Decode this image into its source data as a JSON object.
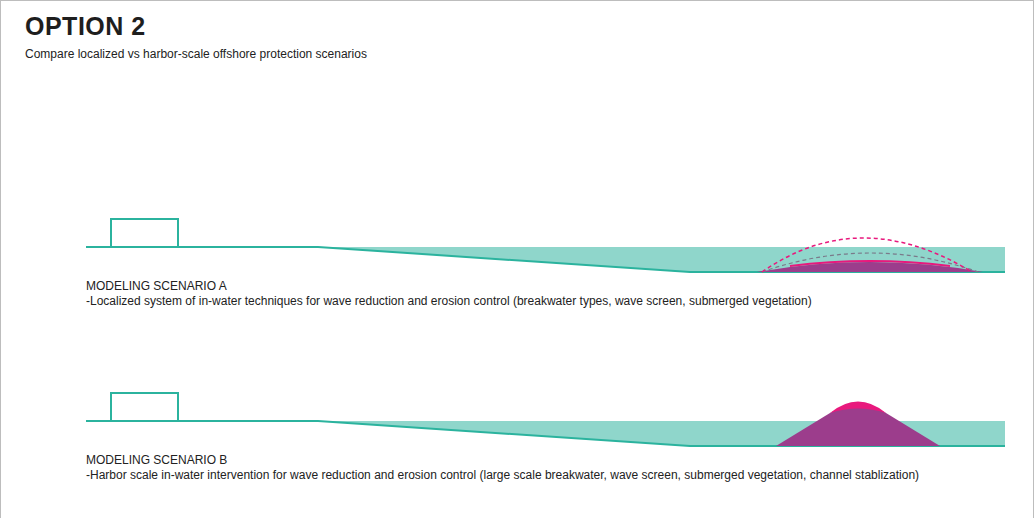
{
  "diagram": {
    "title": "OPTION 2",
    "labels": [
      "Compare localized vs harbor-scale offshore protection scenarios",
      "MODELING SCENARIO A",
      "-Localized system of in-water techniques for wave reduction and erosion control (breakwater types, wave screen, submerged vegetation)",
      "MODELING SCENARIO B",
      "-Harbor scale in-water intervention for wave reduction and erosion control  (large scale breakwater, wave screen, submerged vegetation, channel stablization)"
    ]
  }
}
